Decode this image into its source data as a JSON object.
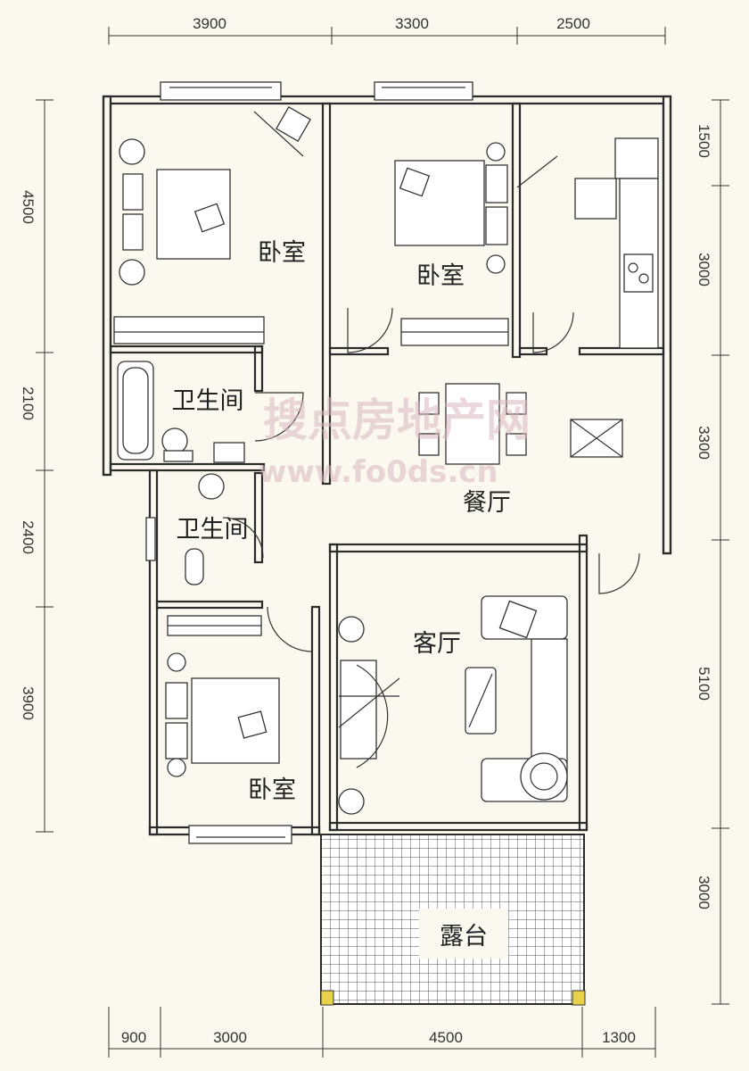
{
  "top_dimensions": [
    "3900",
    "3300",
    "2500"
  ],
  "bottom_dimensions": [
    "900",
    "3000",
    "4500",
    "1300"
  ],
  "left_dimensions": [
    "4500",
    "2100",
    "2400",
    "3900"
  ],
  "right_dimensions": [
    "1500",
    "3000",
    "3300",
    "5100",
    "3000"
  ],
  "rooms": {
    "bedroom_1": "卧室",
    "bedroom_2": "卧室",
    "bedroom_3": "卧室",
    "bathroom_1": "卫生间",
    "bathroom_2": "卫生间",
    "dining_room": "餐厅",
    "living_room": "客厅",
    "terrace": "露台"
  },
  "watermark": {
    "name": "搜点房地产网",
    "url": "www.fo0ds.cn"
  },
  "colors": {
    "background": "#fbf8ef",
    "wall": "#2b2b2b",
    "watermark": "#d9b8c0",
    "terrace_post": "#e8d24a"
  }
}
